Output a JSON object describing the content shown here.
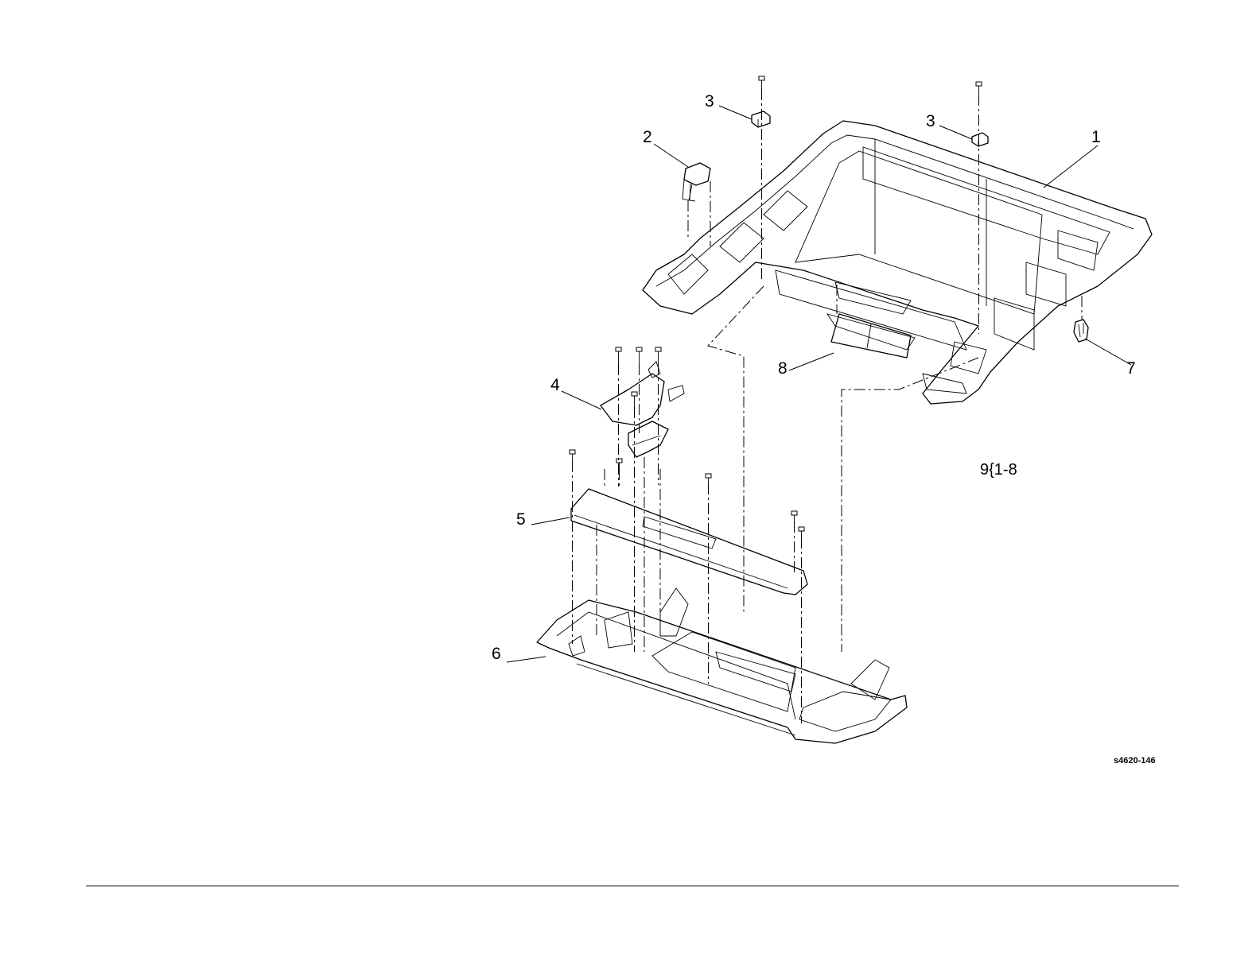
{
  "callouts": [
    {
      "id": "1",
      "label": "1"
    },
    {
      "id": "2",
      "label": "2"
    },
    {
      "id": "3a",
      "label": "3"
    },
    {
      "id": "3b",
      "label": "3"
    },
    {
      "id": "4",
      "label": "4"
    },
    {
      "id": "5",
      "label": "5"
    },
    {
      "id": "6",
      "label": "6"
    },
    {
      "id": "7",
      "label": "7"
    },
    {
      "id": "8",
      "label": "8"
    }
  ],
  "group_label": "9{1-8",
  "figure_id": "s4620-146"
}
